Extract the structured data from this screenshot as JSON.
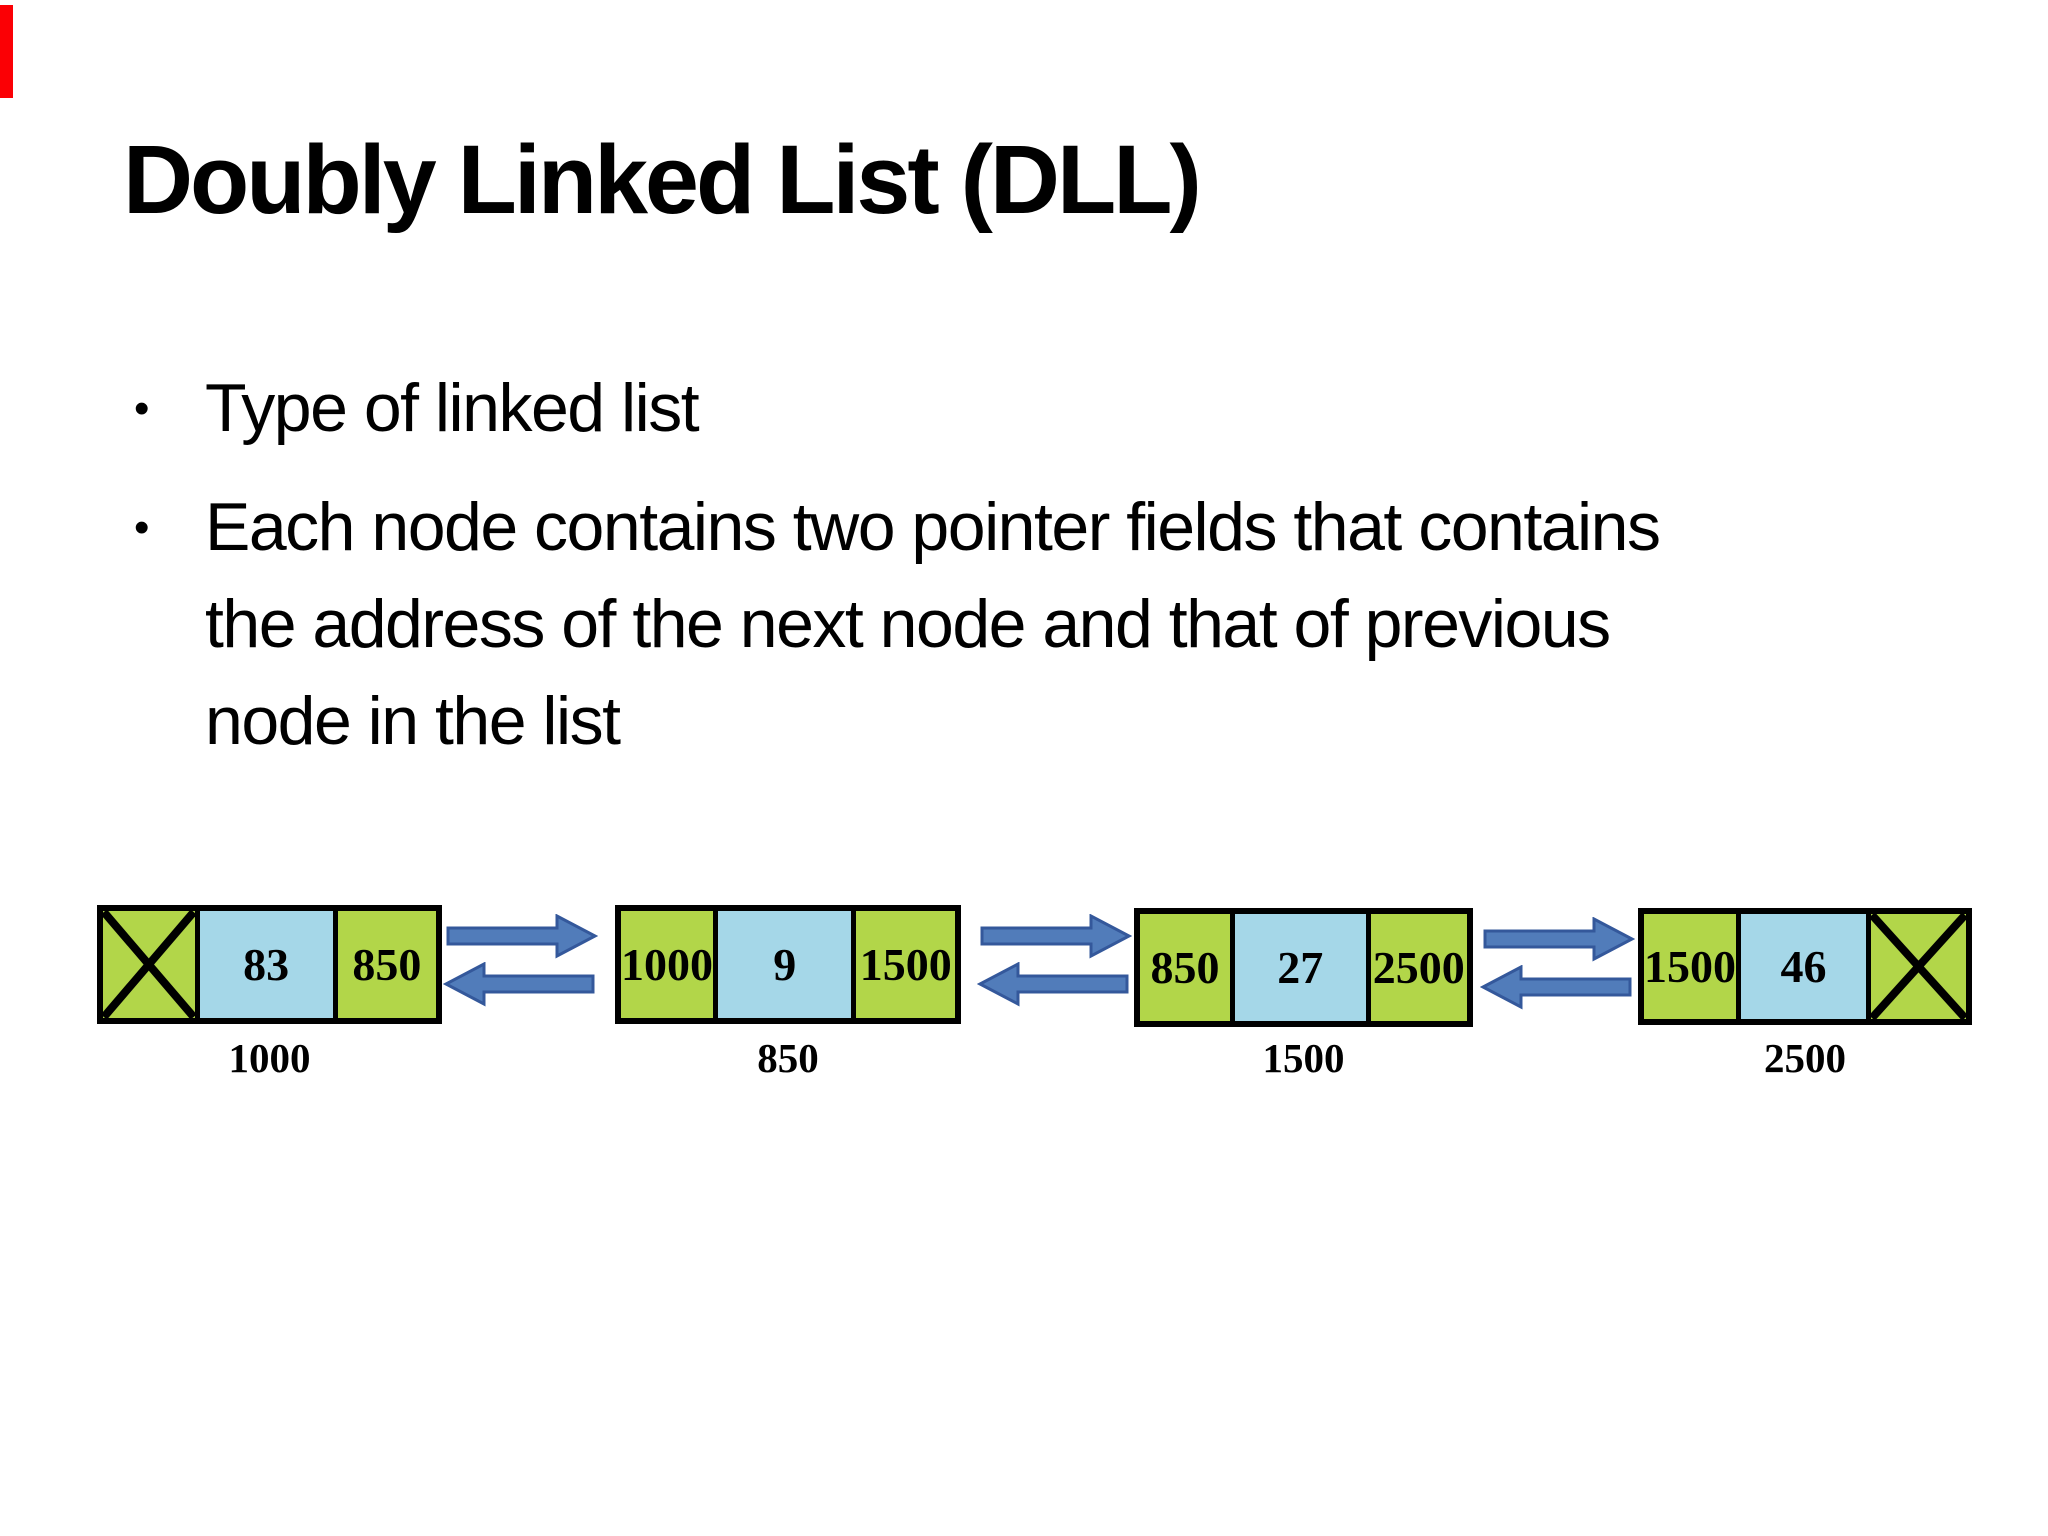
{
  "slide": {
    "title": "Doubly Linked List (DLL)",
    "bullet_char": "•",
    "bullets": [
      {
        "lines": [
          "Type of linked list"
        ]
      },
      {
        "lines": [
          "Each node contains two pointer fields that contains",
          "the address of the next node and that of previous",
          "node in the list"
        ]
      }
    ],
    "accent_bar_color": "#fb0005"
  },
  "diagram": {
    "description": "Doubly linked list with four nodes; each node shows previous-pointer, data and next-pointer cells, with forward and backward arrows between nodes; X marks null pointers",
    "colors": {
      "pointer_cell_green": "#b2d649",
      "data_cell_blue": "#a5d7e8",
      "arrow_fill": "#517cba",
      "arrow_outline": "#34589b",
      "border_black": "#000000"
    },
    "nodes": [
      {
        "prev": "X",
        "data": "83",
        "next": "850",
        "address": "1000"
      },
      {
        "prev": "1000",
        "data": "9",
        "next": "1500",
        "address": "850"
      },
      {
        "prev": "850",
        "data": "27",
        "next": "2500",
        "address": "1500"
      },
      {
        "prev": "1500",
        "data": "46",
        "next": "X",
        "address": "2500"
      }
    ]
  }
}
